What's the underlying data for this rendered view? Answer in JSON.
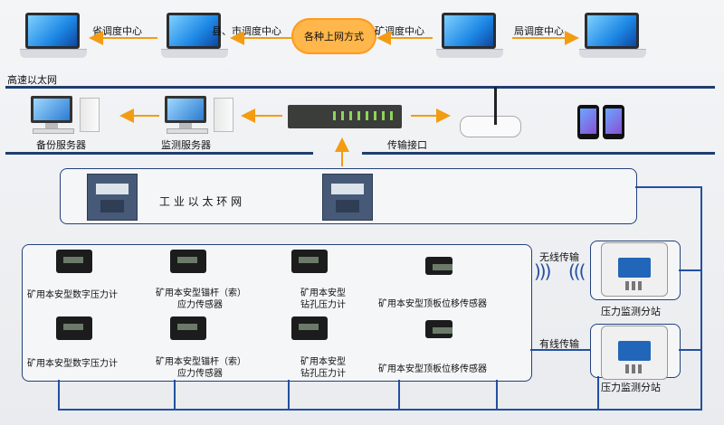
{
  "top": {
    "provincial_dispatch": "省调度中心",
    "county_city_dispatch": "县、市调度中心",
    "cloud": "各种上网方式",
    "mine_dispatch": "矿调度中心",
    "bureau_dispatch": "局调度中心",
    "network": "高速以太网"
  },
  "mid": {
    "backup_server": "备份服务器",
    "monitor_server": "监测服务器",
    "transfer_port": "传输接口"
  },
  "ring": {
    "label": "工  业  以  太  环  网"
  },
  "sensors": {
    "digital_gauge": "矿用本安型数字压力计",
    "anchor_sensor_l1": "矿用本安型锚杆（索）",
    "anchor_sensor_l2": "应力传感器",
    "drill_gauge_l1": "矿用本安型",
    "drill_gauge_l2": "钻孔压力计",
    "roof_sensor": "矿用本安型顶板位移传感器"
  },
  "links": {
    "wireless": "无线传输",
    "wired": "有线传输"
  },
  "station": {
    "label": "压力监测分站"
  },
  "colors": {
    "bar": "#1f3e70",
    "arrow": "#f39c12",
    "wire": "#2350a0"
  }
}
